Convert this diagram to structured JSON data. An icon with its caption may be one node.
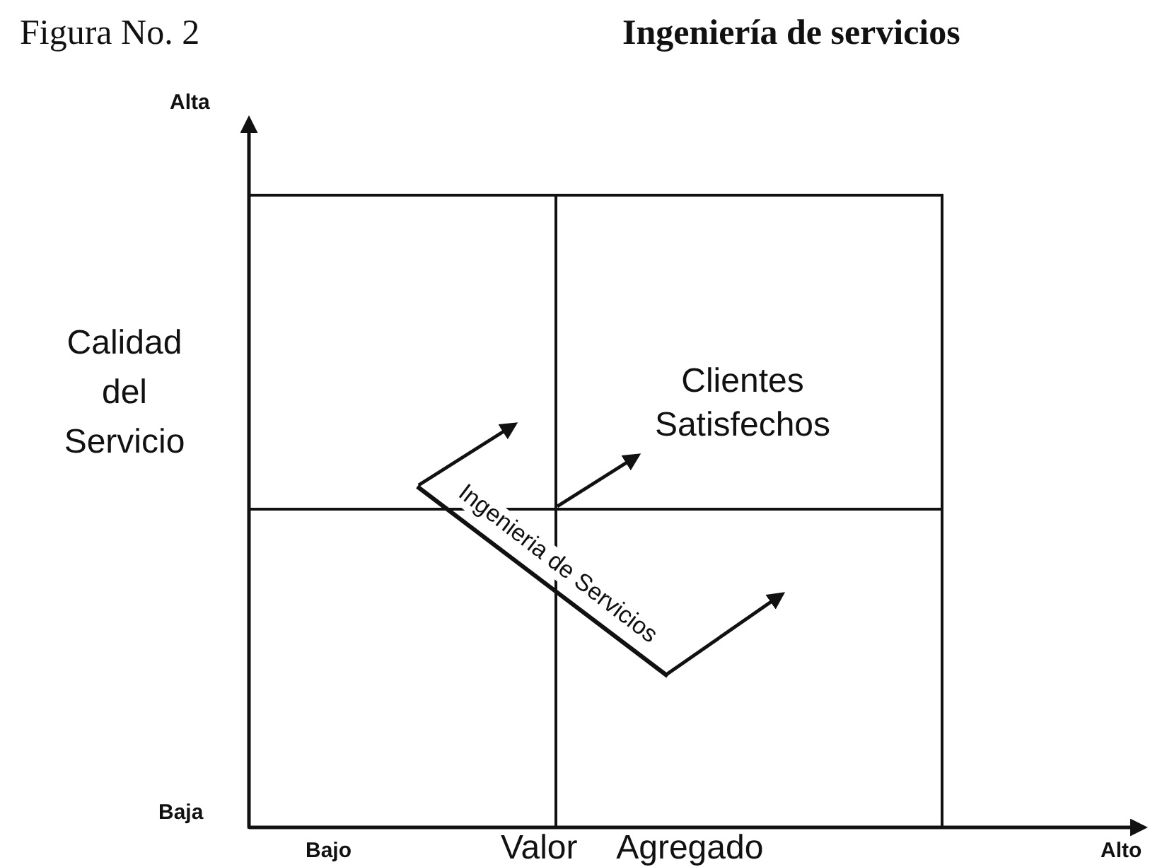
{
  "diagram": {
    "title": "Ingeniería de servicios",
    "nodes": [
      {
        "text": [
          "Clientes Satisfechos"
        ]
      }
    ],
    "labels": [
      "Figura No. 2",
      "Alta",
      "Calidad del Servicio",
      "Ingenieria de Servicios",
      "Baja",
      "Bajo",
      "Valor Agregado",
      "Alto"
    ]
  }
}
